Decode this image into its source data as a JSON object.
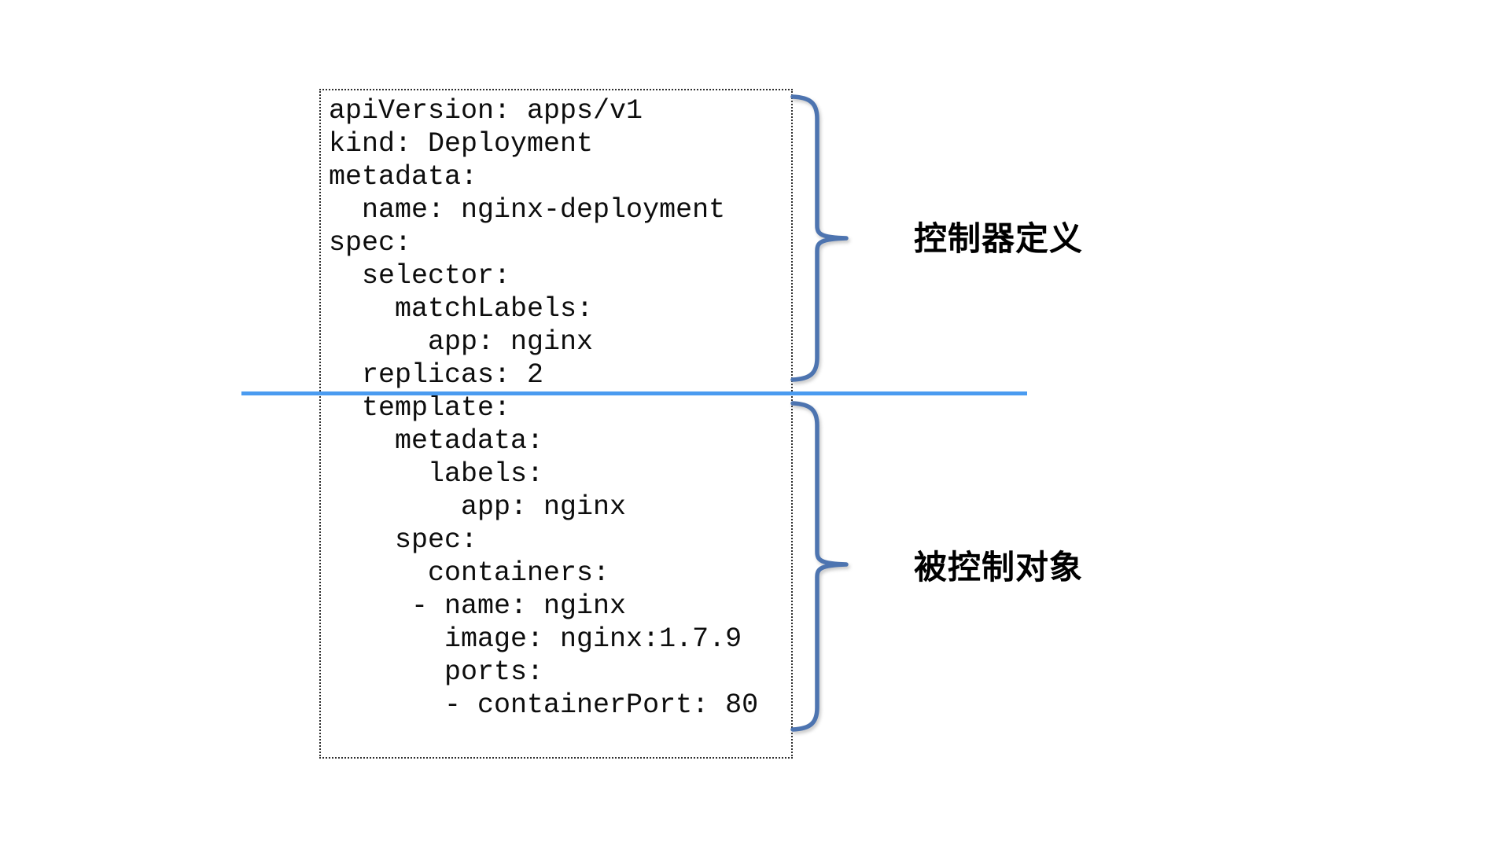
{
  "code_box": {
    "language": "yaml",
    "lines": [
      "apiVersion: apps/v1",
      "kind: Deployment",
      "metadata:",
      "  name: nginx-deployment",
      "spec:",
      "  selector:",
      "    matchLabels:",
      "      app: nginx",
      "  replicas: 2",
      "  template:",
      "    metadata:",
      "      labels:",
      "        app: nginx",
      "    spec:",
      "      containers:",
      "     - name: nginx",
      "       image: nginx:1.7.9",
      "       ports:",
      "       - containerPort: 80"
    ]
  },
  "annotations": {
    "top_label": "控制器定义",
    "bottom_label": "被控制对象"
  },
  "colors": {
    "brace": "#4d74b0",
    "divider": "#4a9bf0",
    "code_text": "#0d0d0d",
    "label_text": "#000000"
  }
}
